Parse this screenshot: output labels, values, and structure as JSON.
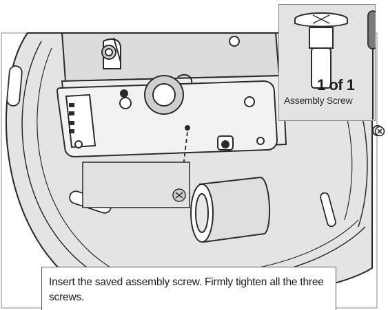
{
  "callout": {
    "count_label": "1 of 1",
    "part_name": "Assembly Screw"
  },
  "instruction": {
    "text": "Insert the saved assembly screw. Firmly tighten all the three screws."
  },
  "colors": {
    "line": "#2b2b2b",
    "shade": "#d9d9d9",
    "light_shade": "#ececec",
    "callout_bg": "#e3e3e3"
  },
  "icons": [
    "assembly-screw-icon",
    "screwdriver-icon",
    "close-x-icon"
  ]
}
